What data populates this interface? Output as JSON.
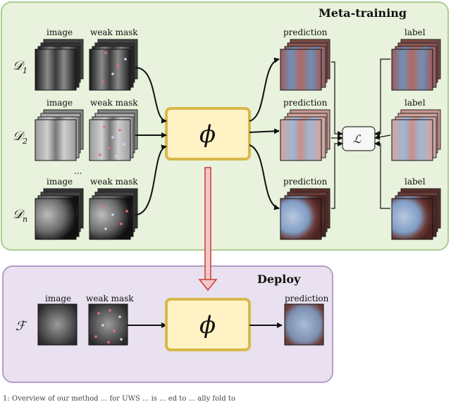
{
  "meta_training": {
    "title": "Meta-training",
    "datasets": [
      {
        "symbol": "𝒟",
        "sub": "1",
        "image_label": "image",
        "mask_label": "weak mask",
        "pred_label": "prediction",
        "gt_label": "label"
      },
      {
        "symbol": "𝒟",
        "sub": "2",
        "image_label": "image",
        "mask_label": "weak mask",
        "pred_label": "prediction",
        "gt_label": "label"
      },
      {
        "symbol": "𝒟",
        "sub": "n",
        "image_label": "image",
        "mask_label": "weak mask",
        "pred_label": "prediction",
        "gt_label": "label"
      }
    ],
    "ellipsis": "...",
    "model_symbol": "ϕ",
    "loss_symbol": "ℒ"
  },
  "deploy": {
    "title": "Deploy",
    "symbol": "ℱ",
    "image_label": "image",
    "mask_label": "weak mask",
    "pred_label": "prediction",
    "model_symbol": "ϕ"
  },
  "caption_fragment": "1: Overview of our method ... for UWS ... is ... ed to ... ally fold to"
}
